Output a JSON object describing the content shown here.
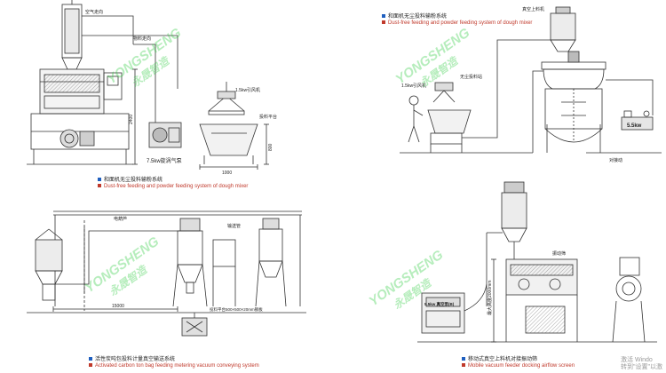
{
  "panels": {
    "top_left": {
      "caption_zh": "和面机无尘投料输粉系统",
      "caption_en": "Dust-free feeding and powder feeding system of dough mixer",
      "labels": {
        "air_direction": "空气走向",
        "material_direction": "物料走向",
        "height": "2400",
        "vortex_pump": "7.5kw旋涡气泵",
        "fan": "1.5kw引风机",
        "platform": "投料平台",
        "platform_height": "800",
        "width": "1000"
      }
    },
    "top_right": {
      "caption_zh": "和面机无尘投料输粉系统",
      "caption_en": "Dust-free feeding and powder feeding system of dough mixer",
      "labels": {
        "vacuum_feeder": "真空上料机",
        "fan": "1.5kw引风机",
        "dust_station": "无尘投料站",
        "motor": "5.5kw",
        "agitation": "对接动"
      }
    },
    "bottom_left": {
      "caption_zh": "活性炭吨包投料计量真空输送系统",
      "caption_en": "Activated carbon ton bag feeding metering vacuum conveying system",
      "labels": {
        "crane": "电葫芦",
        "pipe": "输送管",
        "length": "15000",
        "platform": "投料平台500×500×20mm钢板"
      }
    },
    "bottom_right": {
      "caption_zh": "移动式真空上料机对接振动筛",
      "caption_en": "Mobile vacuum feeder docking airflow screen",
      "labels": {
        "max_height": "最大高度2000mm",
        "screen": "振动筛",
        "control_box": "5.5kw 真空泵(B)"
      }
    }
  },
  "watermark": {
    "brand": "YONGSHENG",
    "brand_zh": "永晟智造",
    "color": "#2ecc40"
  },
  "activation": {
    "line1": "激活 Windo",
    "line2": "转到\"设置\"以激"
  },
  "colors": {
    "line": "#333333",
    "accent_blue": "#1f5fbf",
    "accent_red": "#c0392b"
  }
}
